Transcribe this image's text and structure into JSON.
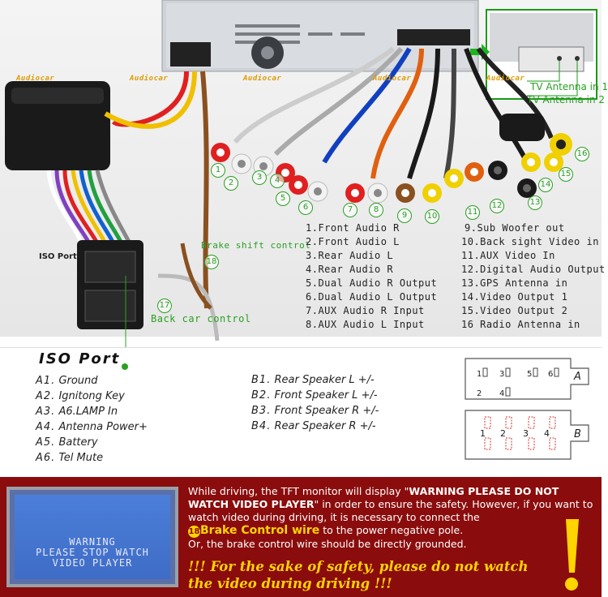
{
  "wire_labels": [
    "1.Front Audio R",
    "2.Front Audio L",
    "3.Rear Audio L",
    "4.Rear Audio R",
    "5.Dual Audio R Output",
    "6.Dual Audio L Output",
    "7.AUX Audio R Input",
    "8.AUX Audio L Input",
    "9.Sub Woofer out",
    "10.Back sight Video in",
    "11.AUX Video In",
    "12.Digital Audio Output",
    "13.GPS Antenna in",
    "14.Video Output 1",
    "15.Video Output 2",
    "16 Radio Antenna in"
  ],
  "photo_labels": {
    "tv_antenna_1": "TV Antenna in 1",
    "tv_antenna_2": "TV Antenna in 2",
    "brake_shift": "Brake shift control",
    "back_car": "Back car control",
    "iso_port_small": "ISO Port",
    "watermark": "Audiocar"
  },
  "badges": [
    "1",
    "2",
    "3",
    "4",
    "5",
    "6",
    "7",
    "8",
    "9",
    "10",
    "11",
    "12",
    "13",
    "14",
    "15",
    "16",
    "17",
    "18"
  ],
  "iso": {
    "title": "ISO Port",
    "a": [
      {
        "pin": "A1.",
        "name": "Ground"
      },
      {
        "pin": "A2.",
        "name": "Ignitong Key"
      },
      {
        "pin": "A3.",
        "name": "A6.LAMP In"
      },
      {
        "pin": "A4.",
        "name": "Antenna Power+"
      },
      {
        "pin": "A5.",
        "name": "Battery"
      },
      {
        "pin": "A6.",
        "name": "Tel Mute"
      }
    ],
    "b": [
      {
        "pin": "B1.",
        "name": "Rear Speaker L +/-"
      },
      {
        "pin": "B2.",
        "name": "Front Speaker L +/-"
      },
      {
        "pin": "B3.",
        "name": "Front Speaker R +/-"
      },
      {
        "pin": "B4.",
        "name": "Rear Speaker R +/-"
      }
    ],
    "connector": {
      "a_letter": "A",
      "b_letter": "B",
      "a_pins_top": [
        "1",
        "3",
        "5",
        "6"
      ],
      "a_pins_bottom": [
        "2",
        "4"
      ],
      "b_pins": [
        "1",
        "2",
        "3",
        "4"
      ]
    }
  },
  "warning": {
    "screen_lines": [
      "WARNING",
      "PLEASE STOP WATCH",
      "VIDEO PLAYER"
    ],
    "p1_a": "While driving, the TFT monitor will display \"",
    "p1_b": "WARNING PLEASE DO NOT WATCH VIDEO PLAYER",
    "p1_c": "\" in order to ensure the safety. However, if you want to watch video during driving, it is necessary to connect the",
    "brake_num": "18",
    "brake_wire": "Brake Control wire",
    "p2": " to the power negative pole.",
    "p3": "Or, the brake control wire should be directly grounded.",
    "emph1": "!!! For the sake of safety, please do not watch",
    "emph2": "the video during driving !!!"
  },
  "colors": {
    "accent_green": "#2aa022",
    "warn_bg": "#8a0c0c",
    "warn_yellow": "#ffd400"
  }
}
